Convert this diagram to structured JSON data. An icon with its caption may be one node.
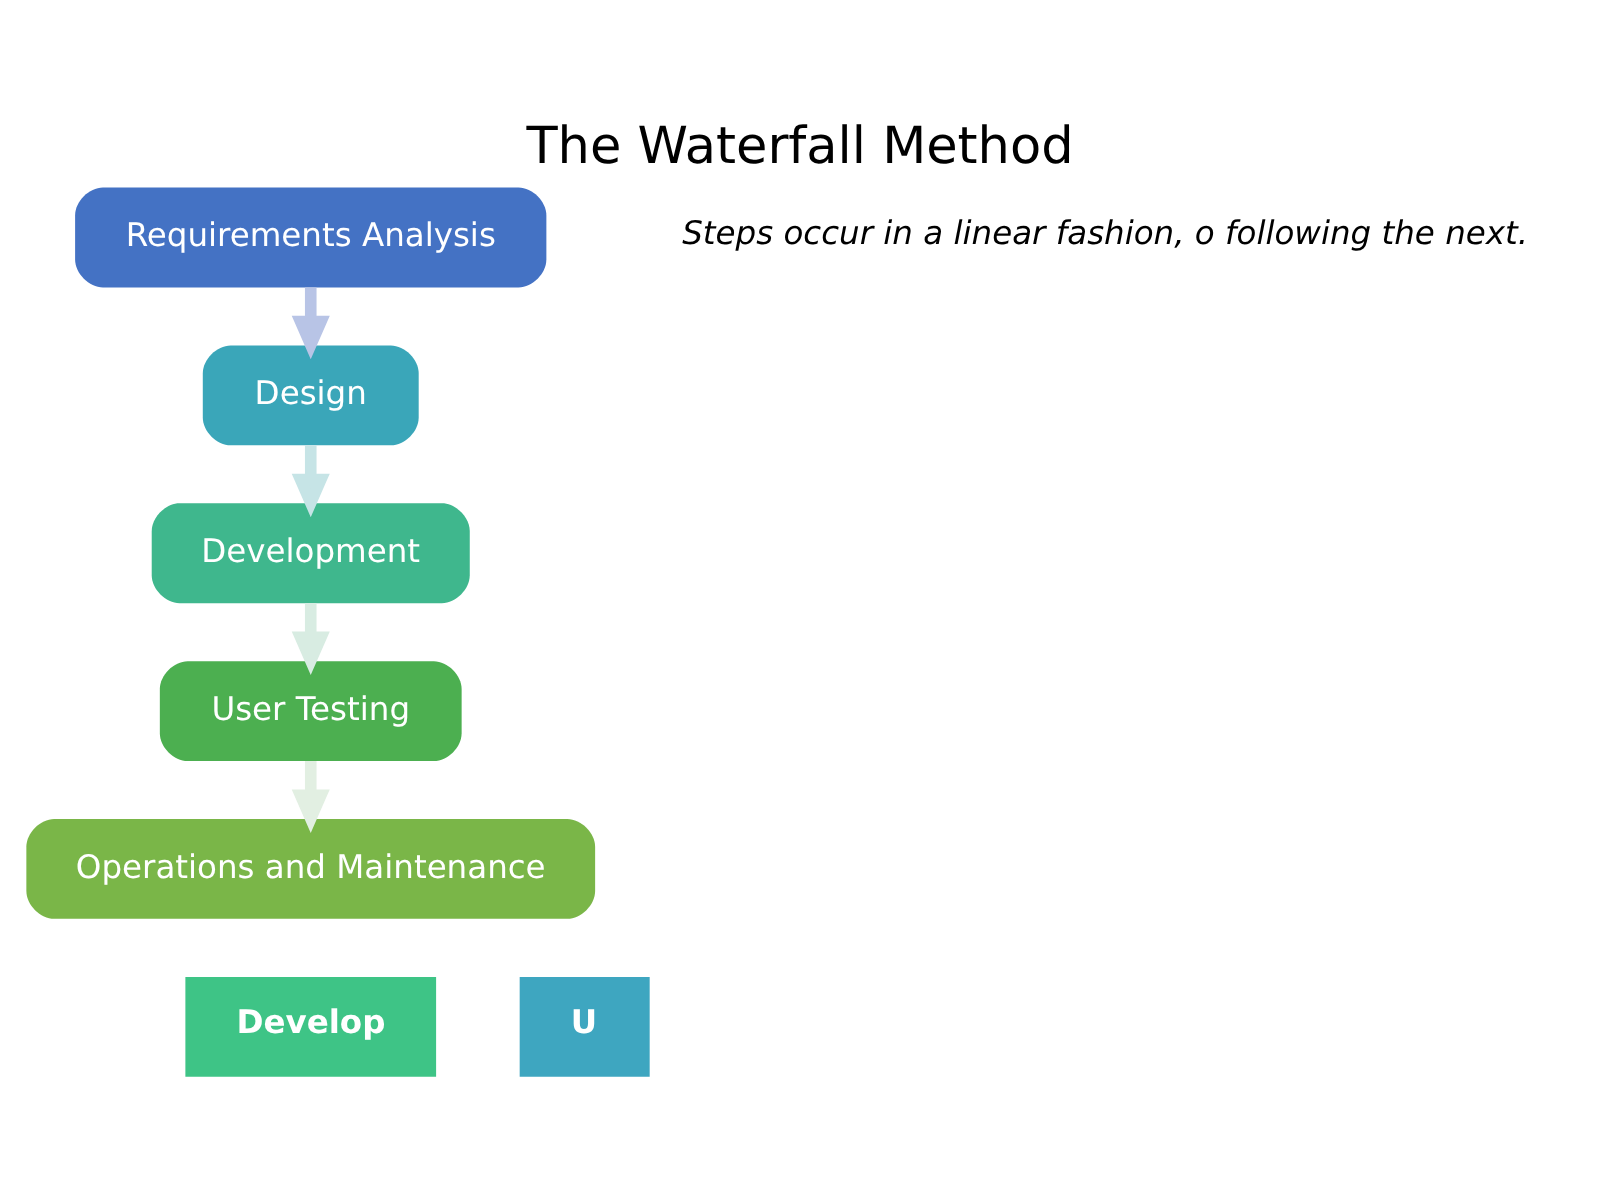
{
  "diagram": {
    "title": "The Waterfall Method",
    "nodes": [
      {
        "text": [
          "Requirements Analysis"
        ]
      },
      {
        "text": [
          "Design"
        ]
      },
      {
        "text": [
          "Development"
        ]
      },
      {
        "text": [
          "User Testing"
        ]
      },
      {
        "text": [
          "Operations and Maintenance"
        ]
      }
    ],
    "edges": [
      {
        "from": 0,
        "to": 1,
        "arrow": "to",
        "color": "#b8c4e6"
      },
      {
        "from": 1,
        "to": 2,
        "arrow": "to",
        "color": "#c6e4e6"
      },
      {
        "from": 2,
        "to": 3,
        "arrow": "to",
        "color": "#d8ece2"
      },
      {
        "from": 3,
        "to": 4,
        "arrow": "to",
        "color": "#e2efe2"
      }
    ],
    "labels": [
      "Steps occur in a linear fashion, o following the next.",
      "Develop",
      "U"
    ]
  }
}
